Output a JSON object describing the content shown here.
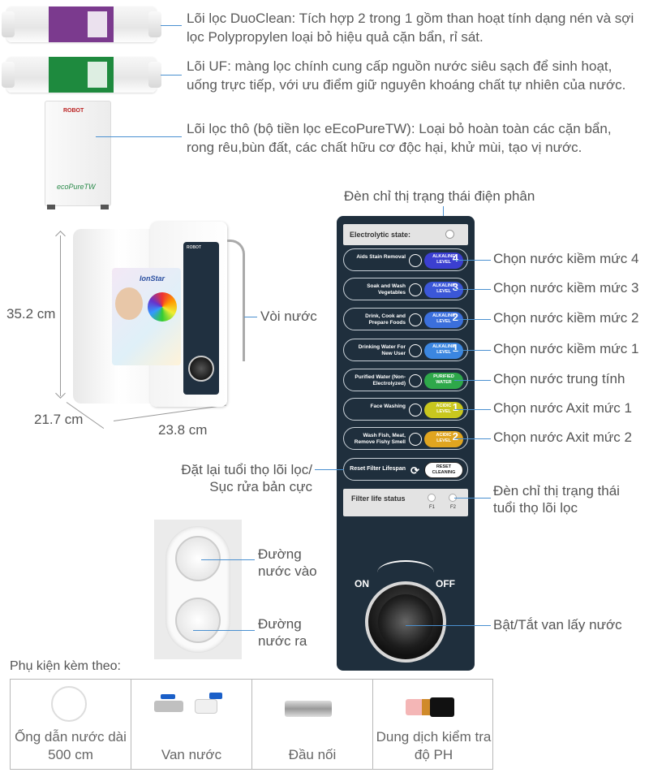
{
  "filters": [
    {
      "text": "Lõi lọc DuoClean: Tích hợp 2 trong 1 gồm than hoạt tính dạng nén và sợi lọc Polypropylen loại bỏ hiệu quả cặn bẩn, rỉ sát.",
      "band_color": "#7b3a8e"
    },
    {
      "text": "Lõi UF: màng lọc chính cung cấp nguồn nước siêu sạch để sinh hoạt, uống trực tiếp, với ưu điểm giữ nguyên khoáng chất tự nhiên của nước.",
      "band_color": "#1e8a3e"
    },
    {
      "text": "Lõi lọc thô (bộ tiền lọc eEcoPureTW): Loại bỏ hoàn toàn các cặn bẩn, rong rêu,bùn đất, các chất hữu cơ độc hại, khử mùi, tạo vị nước."
    }
  ],
  "prefilter": {
    "brand": "ROBOT",
    "logo": "ecoPureTW"
  },
  "dimensions": {
    "height": "35.2 cm",
    "depth": "21.7 cm",
    "width": "23.8 cm"
  },
  "machine": {
    "brand": "ROBOT",
    "series": "IonStar"
  },
  "faucet_label": "Vòi nước",
  "panel": {
    "status_label": "Electrolytic state:",
    "status_callout": "Đèn chỉ thị trạng thái điện phân",
    "buttons": [
      {
        "text": "Aids Stain Removal",
        "pill_top": "ALKALINE",
        "pill_bottom": "LEVEL",
        "num": "4",
        "color": "#3b3fd0",
        "callout": "Chọn nước kiềm mức 4"
      },
      {
        "text": "Soak and Wash Vegetables",
        "pill_top": "ALKALINE",
        "pill_bottom": "LEVEL",
        "num": "3",
        "color": "#3b57d8",
        "callout": "Chọn nước kiềm mức 3"
      },
      {
        "text": "Drink, Cook and Prepare Foods",
        "pill_top": "ALKALINE",
        "pill_bottom": "LEVEL",
        "num": "2",
        "color": "#3b6fdc",
        "callout": "Chọn nước kiềm mức 2"
      },
      {
        "text": "Drinking Water For New User",
        "pill_top": "ALKALINE",
        "pill_bottom": "LEVEL",
        "num": "1",
        "color": "#3b86e0",
        "callout": "Chọn nước kiềm mức 1"
      },
      {
        "text": "Purified Water (Non-Electrolyzed)",
        "pill_top": "PURIFIED",
        "pill_bottom": "WATER",
        "num": "",
        "color": "#2ea84a",
        "callout": "Chọn nước trung tính"
      },
      {
        "text": "Face Washing",
        "pill_top": "ACIDIC",
        "pill_bottom": "LEVEL",
        "num": "1",
        "color": "#c9c71e",
        "callout": "Chọn nước Axit mức 1"
      },
      {
        "text": "Wash Fish, Meat, Remove Fishy Smell",
        "pill_top": "ACIDIC",
        "pill_bottom": "LEVEL",
        "num": "2",
        "color": "#e0a520",
        "callout": "Chọn nước Axit mức 2"
      }
    ],
    "reset_text": "Reset Filter Lifespan",
    "reset_pill_top": "RESET",
    "reset_pill_bottom": "CLEANING",
    "reset_callout": "Đặt lại tuổi thọ lõi lọc/ Sục rửa bản cực",
    "filter_status_label": "Filter life status",
    "f1": "F1",
    "f2": "F2",
    "filter_status_callout": "Đèn chỉ thị trạng thái tuổi thọ lõi lọc",
    "on": "ON",
    "off": "OFF",
    "knob_callout": "Bật/Tắt van lấy nước"
  },
  "ports": {
    "in": "Đường nước vào",
    "out": "Đường nước ra"
  },
  "accessories": {
    "title": "Phụ kiện kèm theo:",
    "items": [
      {
        "label": "Ống dẫn nước dài 500 cm"
      },
      {
        "label": "Van nước"
      },
      {
        "label": "Đầu nối"
      },
      {
        "label": "Dung dịch kiểm tra độ PH"
      }
    ]
  }
}
